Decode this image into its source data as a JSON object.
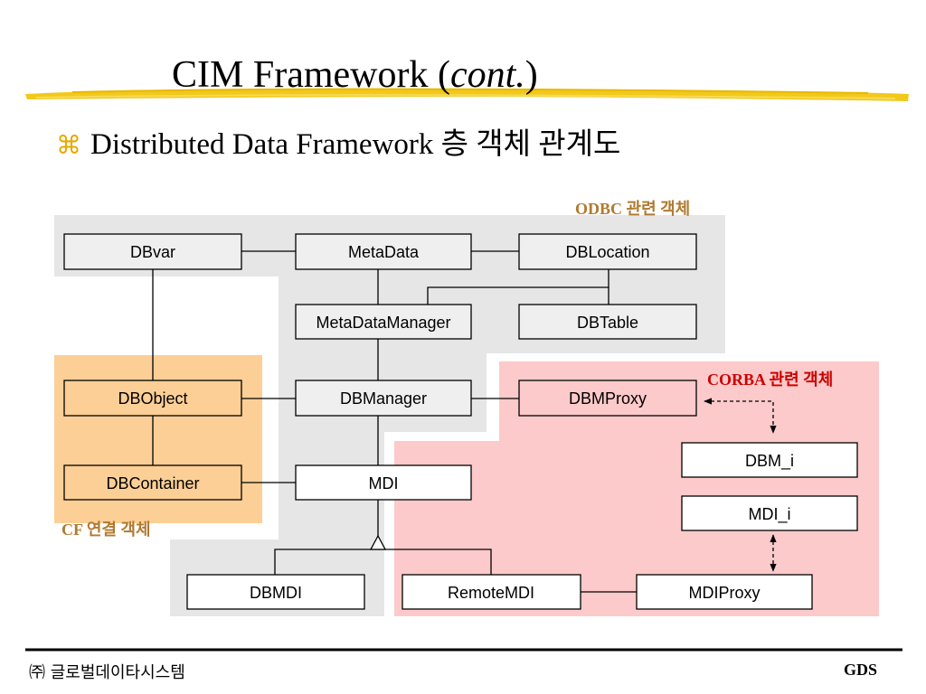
{
  "title": {
    "main": "CIM Framework (",
    "italic": "cont.",
    "close": ")"
  },
  "subtitle": {
    "bullet_icon": "command-key-icon",
    "bullet_glyph": "⌘",
    "text": "Distributed Data Framework 층 객체 관계도"
  },
  "regions": {
    "odbc": {
      "label": "ODBC 관련 객체",
      "color": "#e6e6e6",
      "label_color": "#b07a30"
    },
    "cf": {
      "label": "CF 연결 객체",
      "color": "#fccf96",
      "label_color": "#b07a30"
    },
    "corba": {
      "label": "CORBA 관련 객체",
      "color": "#fccaca",
      "label_color": "#cc0000"
    }
  },
  "classes": {
    "dbvar": "DBvar",
    "metadata": "MetaData",
    "dblocation": "DBLocation",
    "metadatamanager": "MetaDataManager",
    "dbtable": "DBTable",
    "dbobject": "DBObject",
    "dbmanager": "DBManager",
    "dbmproxy": "DBMProxy",
    "dbcontainer": "DBContainer",
    "mdi": "MDI",
    "dbm_i": "DBM_i",
    "mdi_i": "MDI_i",
    "dbmdi": "DBMDI",
    "remotemdi": "RemoteMDI",
    "mdiproxy": "MDIProxy"
  },
  "footer": {
    "company": "㈜ 글로벌데이타시스템",
    "logo": "GDS"
  }
}
